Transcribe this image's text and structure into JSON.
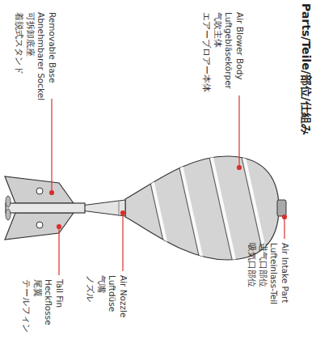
{
  "diagram": {
    "title": "Parts/Teile/部位/仕組み",
    "labels": [
      "Air Intake Part",
      "Lufteinlass-Teil",
      "进气口部位",
      "吸気口部位",
      "Air Blower Body",
      "Luftgebläsekörper",
      "气吹主体",
      "エアーブロアー本体",
      "Air Nozzle",
      "Luftdüse",
      "气嘴",
      "ノズル",
      "Removable Base",
      "Abnehmbarer Sockel",
      "可拆卸底座",
      "着脱式スタンド",
      "Tail Fin",
      "Heckflosse",
      "尾翼",
      "テールフィン"
    ]
  }
}
